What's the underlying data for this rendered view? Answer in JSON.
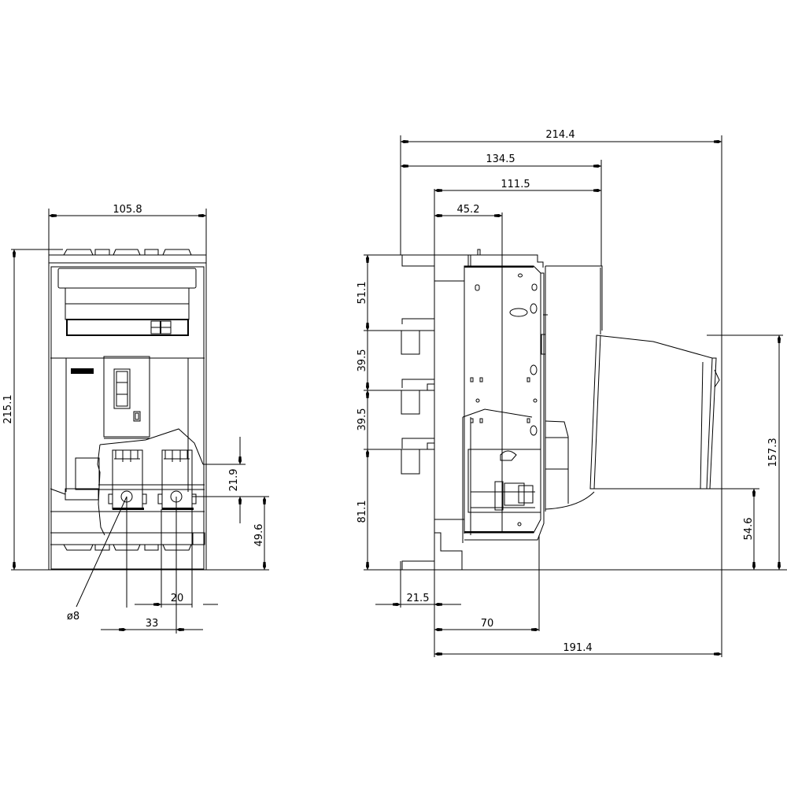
{
  "drawing": {
    "type": "dimensioned technical drawing",
    "units": "mm",
    "views": [
      "front-view",
      "side-view"
    ]
  },
  "front_view": {
    "dimensions": {
      "width": "105.8",
      "height": "215.1",
      "terminal_height": "21.9",
      "terminal_from_base": "49.6",
      "terminal_width": "20",
      "terminal_pitch": "33",
      "hole_diameter": "ø8"
    }
  },
  "side_view": {
    "dimensions": {
      "overall_depth": "214.4",
      "depth_to_front": "134.5",
      "rail_to_front": "111.5",
      "rail_to_mid": "45.2",
      "top_section": "51.1",
      "terminal_spacing_1": "39.5",
      "terminal_spacing_2": "39.5",
      "bottom_section": "81.1",
      "handle_height": "157.3",
      "handle_base": "54.6",
      "rear_offset": "21.5",
      "body_depth": "70",
      "rail_to_handle": "191.4"
    }
  },
  "colors": {
    "line": "#000000",
    "background": "#ffffff"
  }
}
